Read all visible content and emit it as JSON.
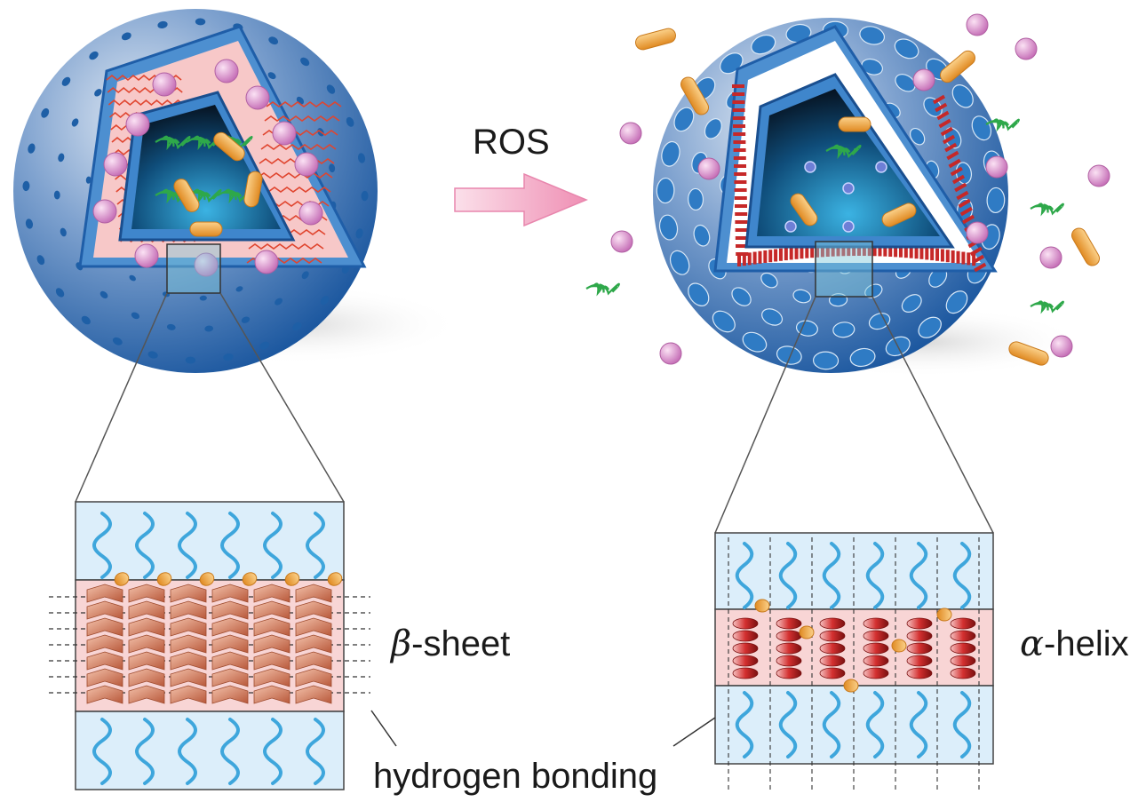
{
  "labels": {
    "stimulus": "ROS",
    "left_structure": {
      "symbol": "β",
      "text": "-sheet"
    },
    "right_structure": {
      "symbol": "α",
      "text": "-helix"
    },
    "bond": "hydrogen bonding"
  },
  "colors": {
    "sphere_light": "#b9cde6",
    "sphere_dark": "#1f5ea8",
    "hole": "#2f7bc4",
    "core_dark": "#06101e",
    "core_light": "#2aa1d6",
    "pink_layer": "#f2b3b3",
    "red_zigzag": "#e0452f",
    "bead": "#d985c9",
    "capsule": "#f0a23b",
    "chain_green": "#2ea84a",
    "arrow_pink": "#f4a6c4",
    "panel_blue": "#dceefa",
    "panel_pink": "#f8d5d5",
    "wave_blue": "#3ea6dc",
    "sheet_brown": "#cf7b5c",
    "helix_red": "#c62828"
  }
}
